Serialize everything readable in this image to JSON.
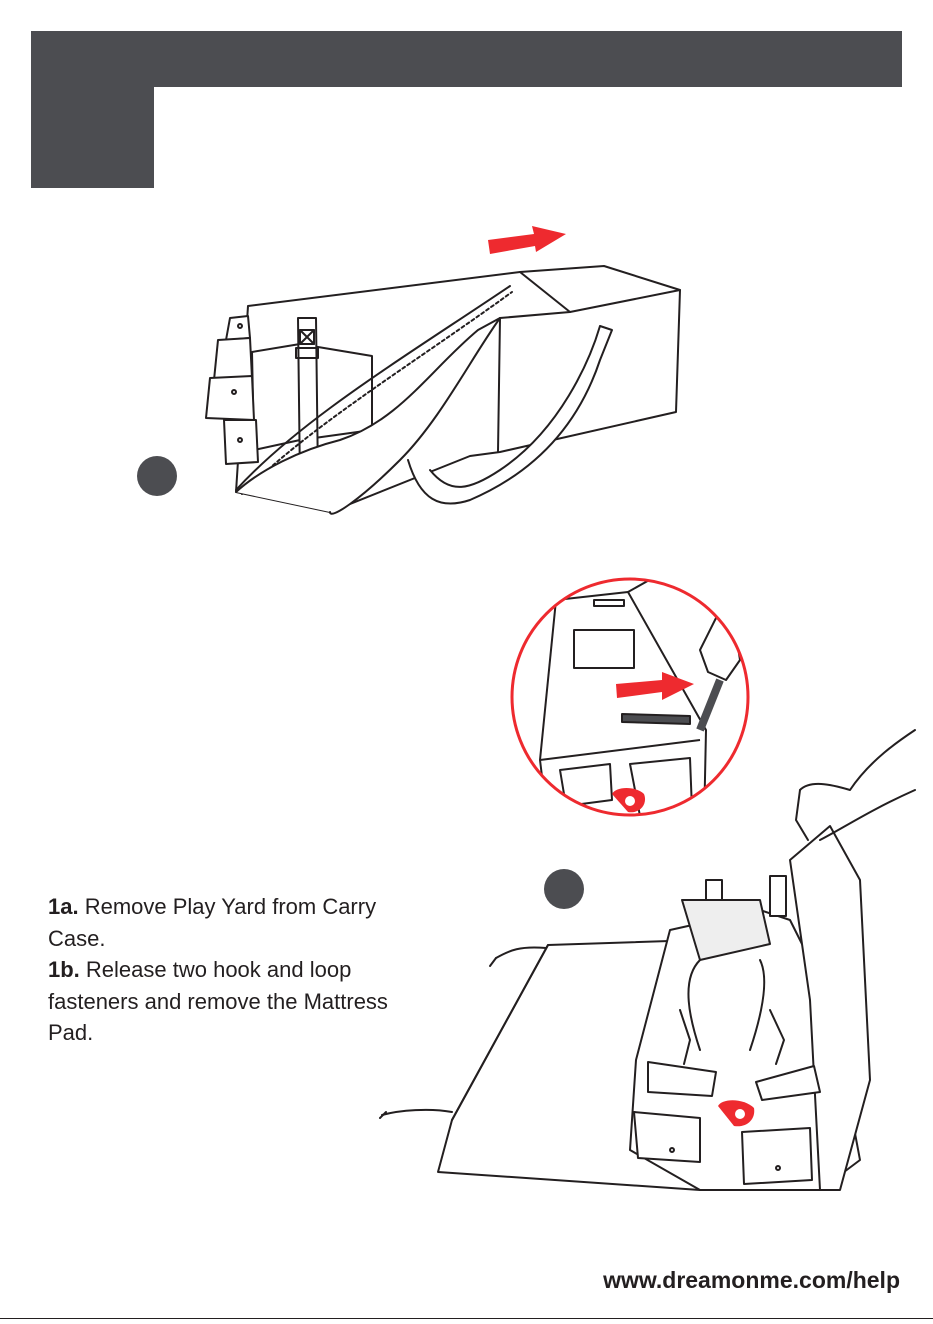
{
  "header": {
    "step_label": ""
  },
  "instructions": [
    {
      "id": "1a.",
      "text": " Remove Play Yard from Carry Case."
    },
    {
      "id": "1b.",
      "text": " Release two hook and loop fasteners and remove the Mattress Pad."
    }
  ],
  "footer": {
    "url": "www.dreamonme.com/help"
  },
  "colors": {
    "header": "#4c4d51",
    "accent_red": "#ee2a2f",
    "marker": "#4c4d51",
    "line": "#231f20"
  }
}
